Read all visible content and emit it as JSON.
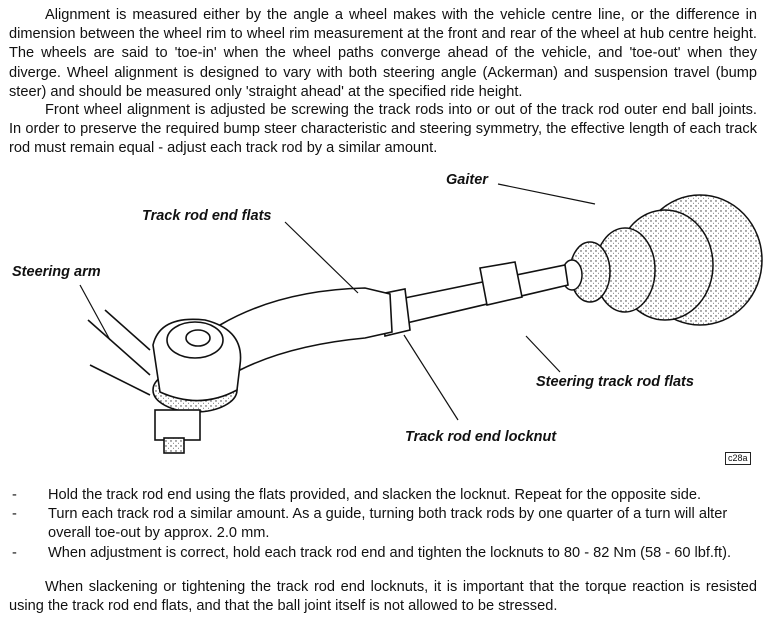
{
  "intro": {
    "paragraph1": "Alignment is measured either by the angle a wheel makes with the vehicle centre line, or the difference in dimension between the wheel rim to wheel rim measurement at the front and rear of the wheel at hub centre height.  The wheels are said to 'toe-in' when the wheel paths converge ahead of the vehicle, and 'toe-out' when they diverge.  Wheel alignment is designed to vary with both steering angle (Ackerman) and suspension travel (bump steer) and should be measured only 'straight ahead' at the specified ride height.",
    "paragraph2": "Front wheel alignment is adjusted be screwing the track rods into or out of the track rod outer end ball joints.  In order to preserve the required bump steer characteristic and steering symmetry, the effective length of each track rod must remain equal - adjust each track rod by a similar amount."
  },
  "figure": {
    "labels": {
      "gaiter": "Gaiter",
      "track_rod_end_flats": "Track rod end flats",
      "steering_arm": "Steering arm",
      "steering_track_rod_flats": "Steering track rod flats",
      "track_rod_end_locknut": "Track rod end locknut"
    },
    "code": "c28a"
  },
  "steps": [
    {
      "marker": "-",
      "text": "Hold the track rod end using the flats provided, and slacken the locknut.  Repeat for the opposite side."
    },
    {
      "marker": "-",
      "text": "Turn each track rod a similar amount.  As a guide, turning both track rods by one quarter of a turn will alter overall toe-out by approx. 2.0 mm."
    },
    {
      "marker": "-",
      "text": "When adjustment is correct, hold each track rod end and tighten the locknuts to 80 - 82 Nm (58 - 60 lbf.ft)."
    }
  ],
  "note": "When slackening or tightening the track rod end locknuts, it is important that the torque reaction is resisted using the track rod end flats, and that the ball joint itself is not allowed to be stressed."
}
